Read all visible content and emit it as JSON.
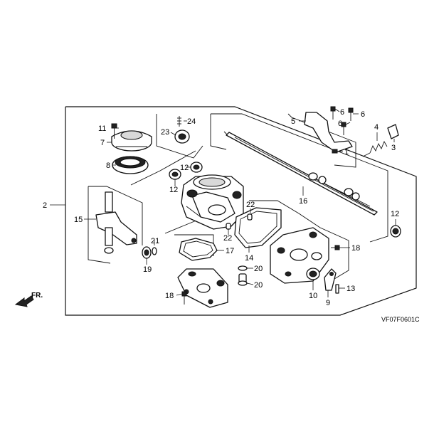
{
  "diagram": {
    "code": "VF07F0601C",
    "direction_label": "FR.",
    "callouts": {
      "c1": "1",
      "c2": "2",
      "c3": "3",
      "c4": "4",
      "c5": "5",
      "c6a": "6",
      "c6b": "6",
      "c6c": "6",
      "c7": "7",
      "c8": "8",
      "c9": "9",
      "c10": "10",
      "c11": "11",
      "c12a": "12",
      "c12b": "12",
      "c12c": "12",
      "c13": "13",
      "c14": "14",
      "c15": "15",
      "c16": "16",
      "c17": "17",
      "c18a": "18",
      "c18b": "18",
      "c19": "19",
      "c20a": "20",
      "c20b": "20",
      "c21": "21",
      "c22a": "22",
      "c22b": "22",
      "c23": "23",
      "c24": "24"
    }
  }
}
